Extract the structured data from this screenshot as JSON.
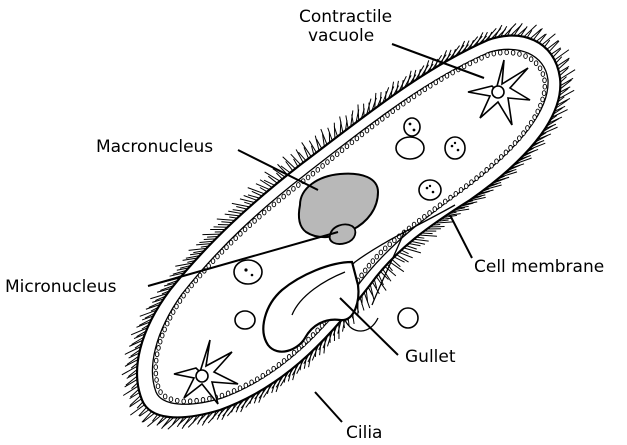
{
  "diagram": {
    "labels": {
      "contractile_vacuole_line1": "Contractile",
      "contractile_vacuole_line2": "vacuole",
      "macronucleus": "Macronucleus",
      "micronucleus": "Micronucleus",
      "cell_membrane": "Cell membrane",
      "gullet": "Gullet",
      "cilia": "Cilia"
    }
  }
}
